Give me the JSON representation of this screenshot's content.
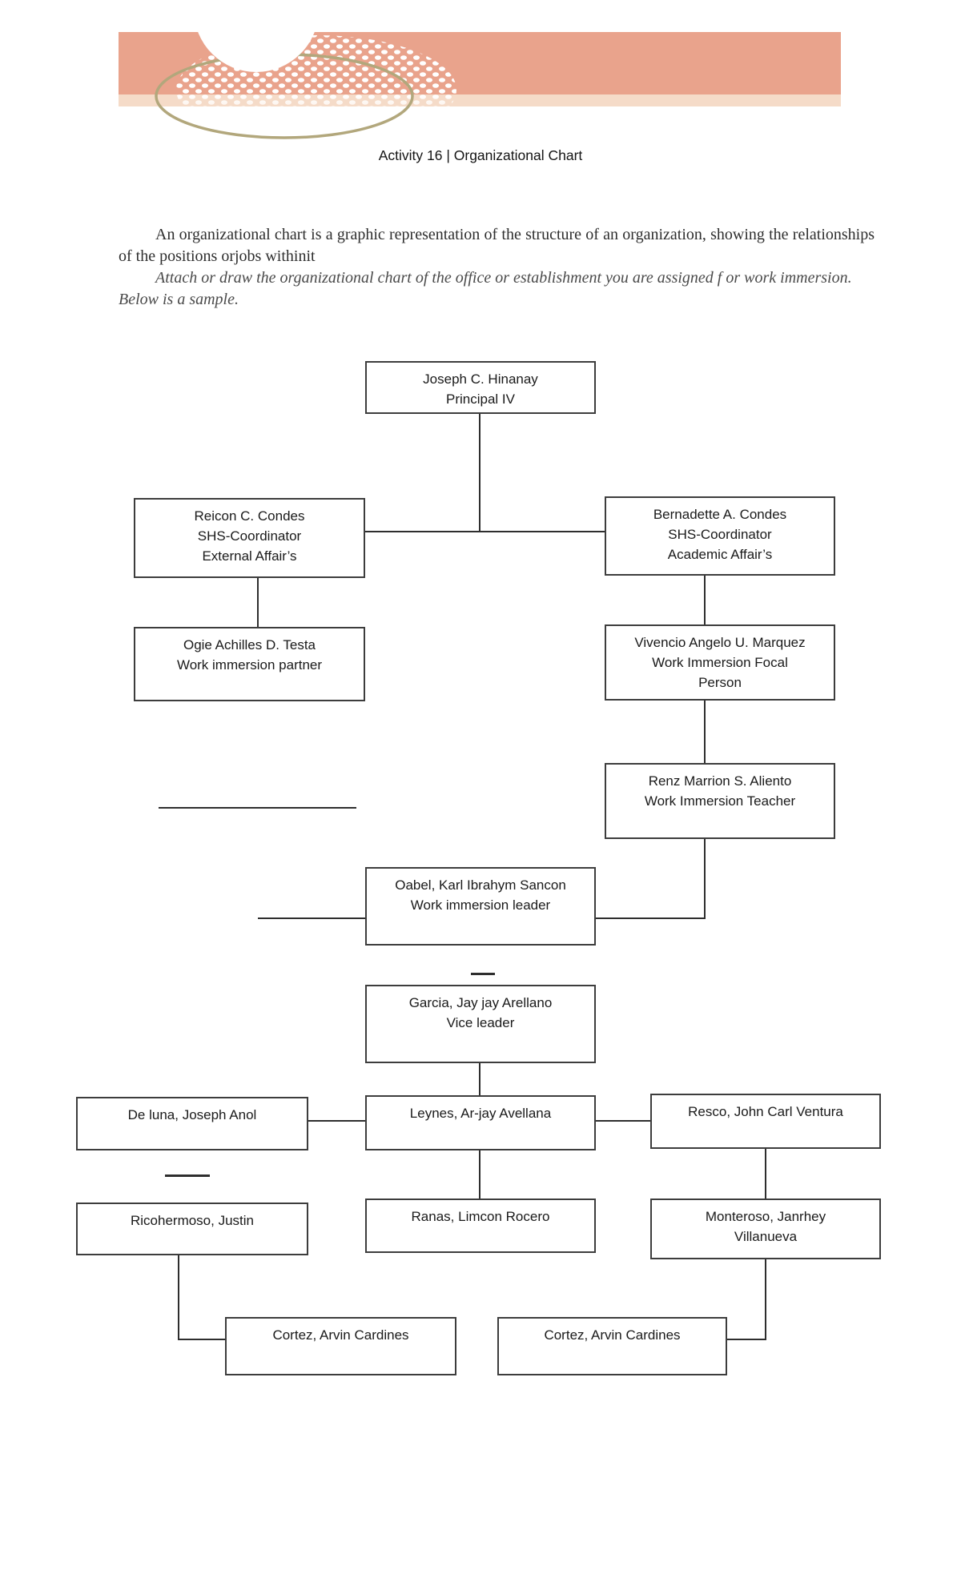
{
  "title": "Activity 16 | Organizational Chart",
  "intro": {
    "paragraph1": "An organizational chart is a graphic representation of the structure of an organization, showing the relationships of the positions orjobs withinit",
    "paragraph2": "Attach or draw the organizational chart of the office or establishment you are assigned f or work immersion. Below is a sample."
  },
  "banner": {
    "main_color": "#e9a38c",
    "strip_color": "#f5dbc8",
    "dot_color": "#ffffff",
    "circle_outline_color": "#b2a77c",
    "notch_color": "#ffffff"
  },
  "org": {
    "principal": "Joseph C. Hinanay\nPrincipal IV",
    "reicon": "Reicon C. Condes\nSHS-Coordinator\nExternal Affair’s",
    "bernadette": "Bernadette A. Condes\nSHS-Coordinator\nAcademic Affair’s",
    "ogie": "Ogie Achilles D. Testa\nWork immersion partner",
    "vivencio": "Vivencio Angelo U. Marquez\nWork Immersion Focal\nPerson",
    "renz": "Renz Marrion S. Aliento\nWork Immersion Teacher",
    "oabel": "Oabel, Karl Ibrahym Sancon\nWork immersion leader",
    "garcia": "Garcia, Jay jay Arellano\nVice leader",
    "deluna": "De luna, Joseph Anol",
    "leynes": "Leynes, Ar-jay Avellana",
    "resco": "Resco, John Carl Ventura",
    "ricohermoso": "Ricohermoso, Justin",
    "ranas": "Ranas, Limcon Rocero",
    "monteroso": "Monteroso, Janrhey\nVillanueva",
    "cortez_left": "Cortez, Arvin Cardines",
    "cortez_right": "Cortez, Arvin Cardines"
  }
}
